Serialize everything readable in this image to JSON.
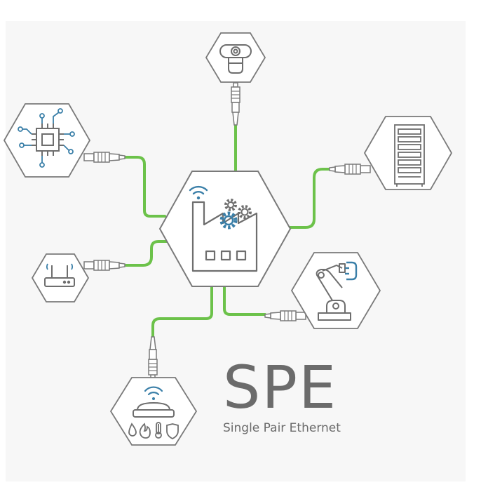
{
  "brand": {
    "title": "SPE",
    "subtitle": "Single Pair Ethernet"
  },
  "colors": {
    "cable": "#6cc24a",
    "outline": "#7a7a7a",
    "accent": "#3a7fa8",
    "background": "#f7f7f7"
  },
  "nodes": [
    {
      "icon": "factory-icon",
      "role": "hub"
    },
    {
      "icon": "camera-icon",
      "role": "device"
    },
    {
      "icon": "microchip-icon",
      "role": "device"
    },
    {
      "icon": "server-rack-icon",
      "role": "device"
    },
    {
      "icon": "router-icon",
      "role": "device"
    },
    {
      "icon": "robot-arm-icon",
      "role": "device"
    },
    {
      "icon": "sensor-gateway-icon",
      "role": "device"
    }
  ]
}
